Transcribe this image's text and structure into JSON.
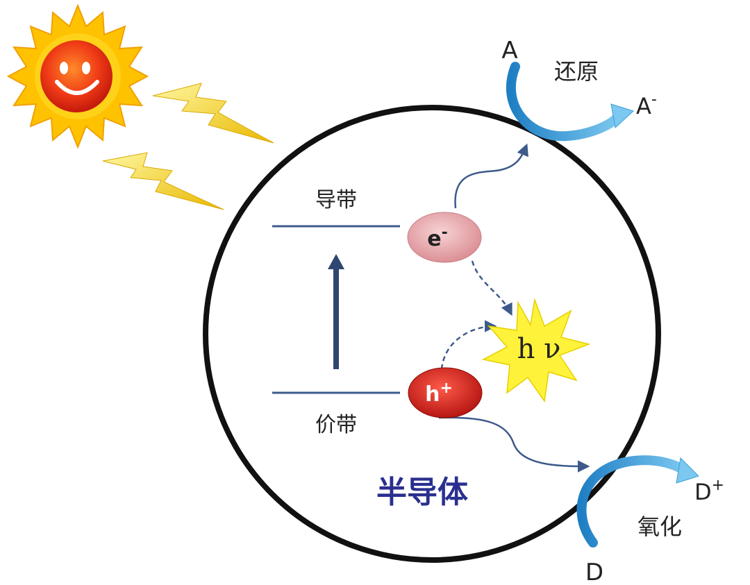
{
  "labels": {
    "conduction_band": "导带",
    "valence_band": "价带",
    "semiconductor": "半导体",
    "reduction": "还原",
    "oxidation": "氧化",
    "electron": "e",
    "electron_sup": "-",
    "hole": "h",
    "hole_sup": "+",
    "photon": "h ν",
    "acceptor": "A",
    "acceptor_reduced": "A",
    "acceptor_reduced_sup": "-",
    "donor": "D",
    "donor_oxidized": "D",
    "donor_oxidized_sup": "+"
  },
  "colors": {
    "semiconductor_text": "#2a2f8f",
    "band_line": "#3d5a8a",
    "electron": "#e9a8ad",
    "hole": "#cc1f1a",
    "photon_star": "#fff23a",
    "curved_arrow": "#3aa0d8",
    "sun": "#ffc200",
    "lightning": "#f6d200",
    "circle": "#111111"
  },
  "icons": {
    "sun": "smiling-sun-icon",
    "lightning": "lightning-bolt-icon",
    "photon": "starburst-icon"
  }
}
